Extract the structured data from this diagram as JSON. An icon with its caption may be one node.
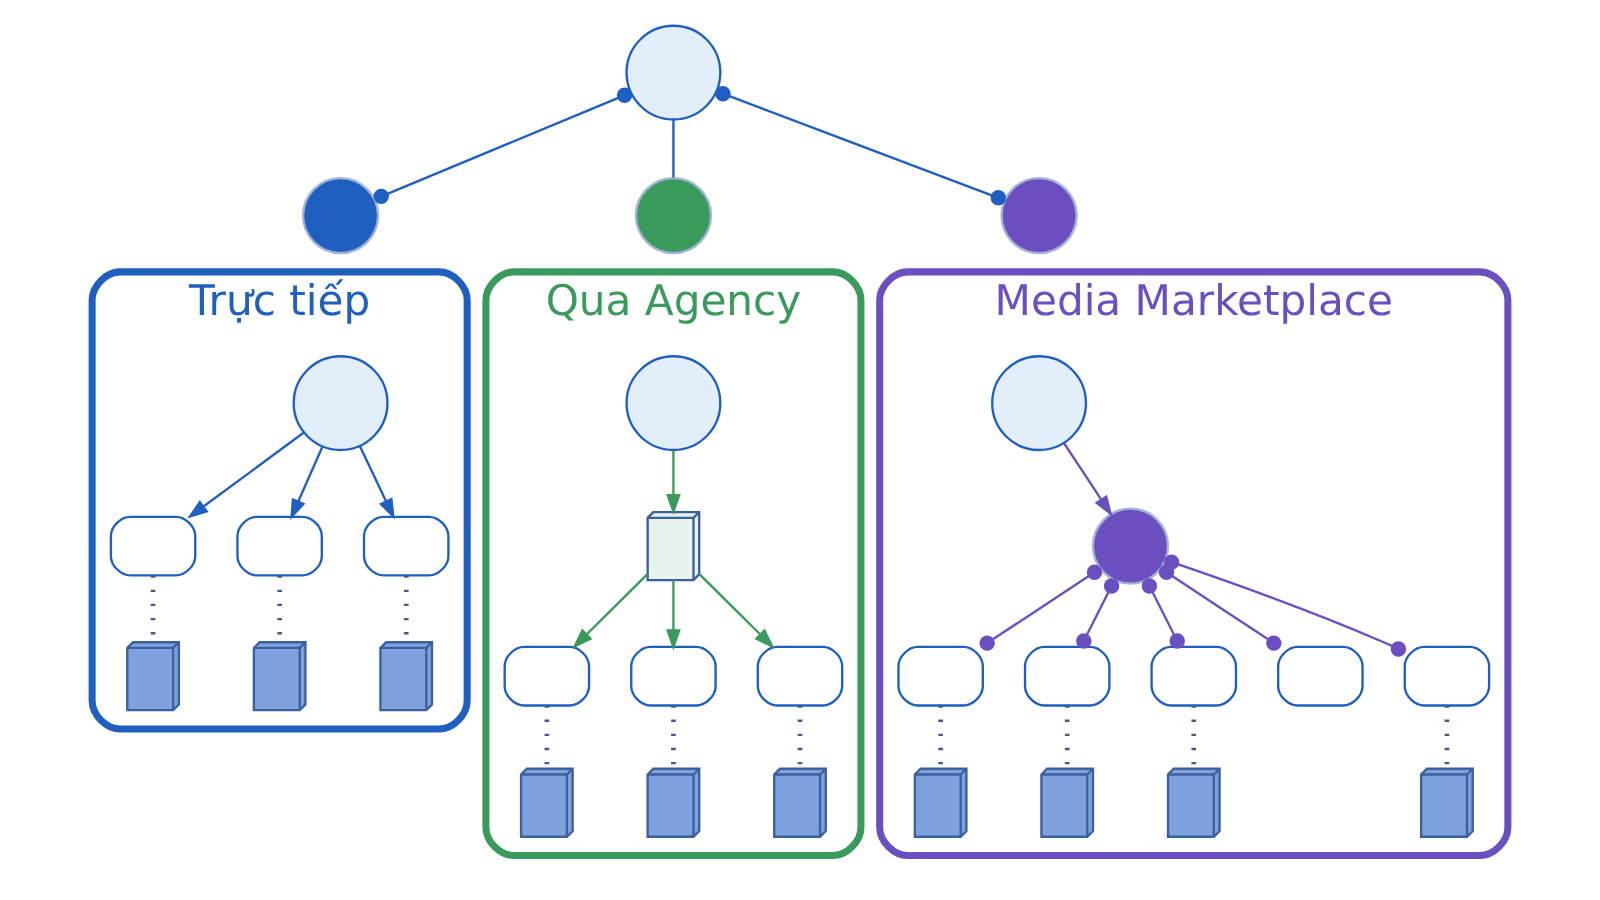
{
  "diagram": {
    "nodes": [
      {
        "text": [],
        "shape": "person"
      },
      {
        "text": [],
        "shape": "circle"
      },
      {
        "text": [],
        "shape": "circle"
      },
      {
        "text": [],
        "shape": "circle"
      },
      {
        "text": [
          "Trực tiếp"
        ]
      },
      {
        "text": [],
        "shape": "person",
        "in": 4
      },
      {
        "text": [],
        "shape": "box",
        "in": 4
      },
      {
        "text": [],
        "shape": "box",
        "in": 4
      },
      {
        "text": [],
        "shape": "box",
        "in": 4
      },
      {
        "text": [],
        "shape": "building",
        "in": 4
      },
      {
        "text": [],
        "shape": "building",
        "in": 4
      },
      {
        "text": [],
        "shape": "building",
        "in": 4
      },
      {
        "text": [
          "Qua Agency"
        ]
      },
      {
        "text": [],
        "shape": "person",
        "in": 12
      },
      {
        "text": [],
        "shape": "building",
        "in": 12
      },
      {
        "text": [],
        "shape": "box",
        "in": 12
      },
      {
        "text": [],
        "shape": "box",
        "in": 12
      },
      {
        "text": [],
        "shape": "box",
        "in": 12
      },
      {
        "text": [],
        "shape": "building",
        "in": 12
      },
      {
        "text": [],
        "shape": "building",
        "in": 12
      },
      {
        "text": [],
        "shape": "building",
        "in": 12
      },
      {
        "text": [
          "Media Marketplace"
        ]
      },
      {
        "text": [],
        "shape": "person",
        "in": 21
      },
      {
        "text": [],
        "shape": "circle",
        "in": 21
      },
      {
        "text": [],
        "shape": "box",
        "in": 21
      },
      {
        "text": [],
        "shape": "box",
        "in": 21
      },
      {
        "text": [],
        "shape": "building",
        "in": 21
      },
      {
        "text": [],
        "shape": "building",
        "in": 21
      },
      {
        "text": [],
        "shape": "box",
        "in": 21
      },
      {
        "text": [],
        "shape": "box",
        "in": 21
      },
      {
        "text": [],
        "shape": "box",
        "in": 21
      },
      {
        "text": [],
        "shape": "building",
        "in": 21
      },
      {
        "text": [],
        "shape": "building",
        "in": 21
      }
    ],
    "edges": [
      {
        "from": 0,
        "to": 1,
        "arrow": "other",
        "color": "#1f5fbf"
      },
      {
        "from": 0,
        "to": 2,
        "arrow": "none",
        "color": "#1f5fbf"
      },
      {
        "from": 0,
        "to": 3,
        "arrow": "other",
        "color": "#1f5fbf"
      },
      {
        "from": 5,
        "to": 6,
        "arrow": "to",
        "color": "#1f5fbf"
      },
      {
        "from": 5,
        "to": 7,
        "arrow": "to",
        "color": "#1f5fbf"
      },
      {
        "from": 5,
        "to": 8,
        "arrow": "to",
        "color": "#1f5fbf"
      },
      {
        "from": 6,
        "to": 9,
        "arrow": "none",
        "style": "dashed"
      },
      {
        "from": 7,
        "to": 10,
        "arrow": "none",
        "style": "dashed"
      },
      {
        "from": 8,
        "to": 11,
        "arrow": "none",
        "style": "dashed"
      },
      {
        "from": 13,
        "to": 14,
        "arrow": "to",
        "color": "#3a9a5c"
      },
      {
        "from": 14,
        "to": 15,
        "arrow": "to",
        "color": "#3a9a5c"
      },
      {
        "from": 14,
        "to": 16,
        "arrow": "to",
        "color": "#3a9a5c"
      },
      {
        "from": 14,
        "to": 17,
        "arrow": "to",
        "color": "#3a9a5c"
      },
      {
        "from": 15,
        "to": 18,
        "arrow": "none",
        "style": "dashed"
      },
      {
        "from": 16,
        "to": 19,
        "arrow": "none",
        "style": "dashed"
      },
      {
        "from": 17,
        "to": 20,
        "arrow": "none",
        "style": "dashed"
      },
      {
        "from": 22,
        "to": 23,
        "arrow": "to",
        "color": "#6b4fc0"
      },
      {
        "from": 23,
        "to": 24,
        "arrow": "other",
        "color": "#6b4fc0"
      },
      {
        "from": 23,
        "to": 25,
        "arrow": "other",
        "color": "#6b4fc0"
      },
      {
        "from": 23,
        "to": 28,
        "arrow": "other",
        "color": "#6b4fc0"
      },
      {
        "from": 23,
        "to": 29,
        "arrow": "other",
        "color": "#6b4fc0"
      },
      {
        "from": 23,
        "to": 30,
        "arrow": "other",
        "color": "#6b4fc0"
      },
      {
        "from": 24,
        "to": 26,
        "arrow": "none",
        "style": "dashed"
      },
      {
        "from": 25,
        "to": 27,
        "arrow": "none",
        "style": "dashed"
      },
      {
        "from": 28,
        "to": 31,
        "arrow": "none",
        "style": "dashed"
      },
      {
        "from": 30,
        "to": 32,
        "arrow": "none",
        "style": "dashed"
      }
    ]
  }
}
